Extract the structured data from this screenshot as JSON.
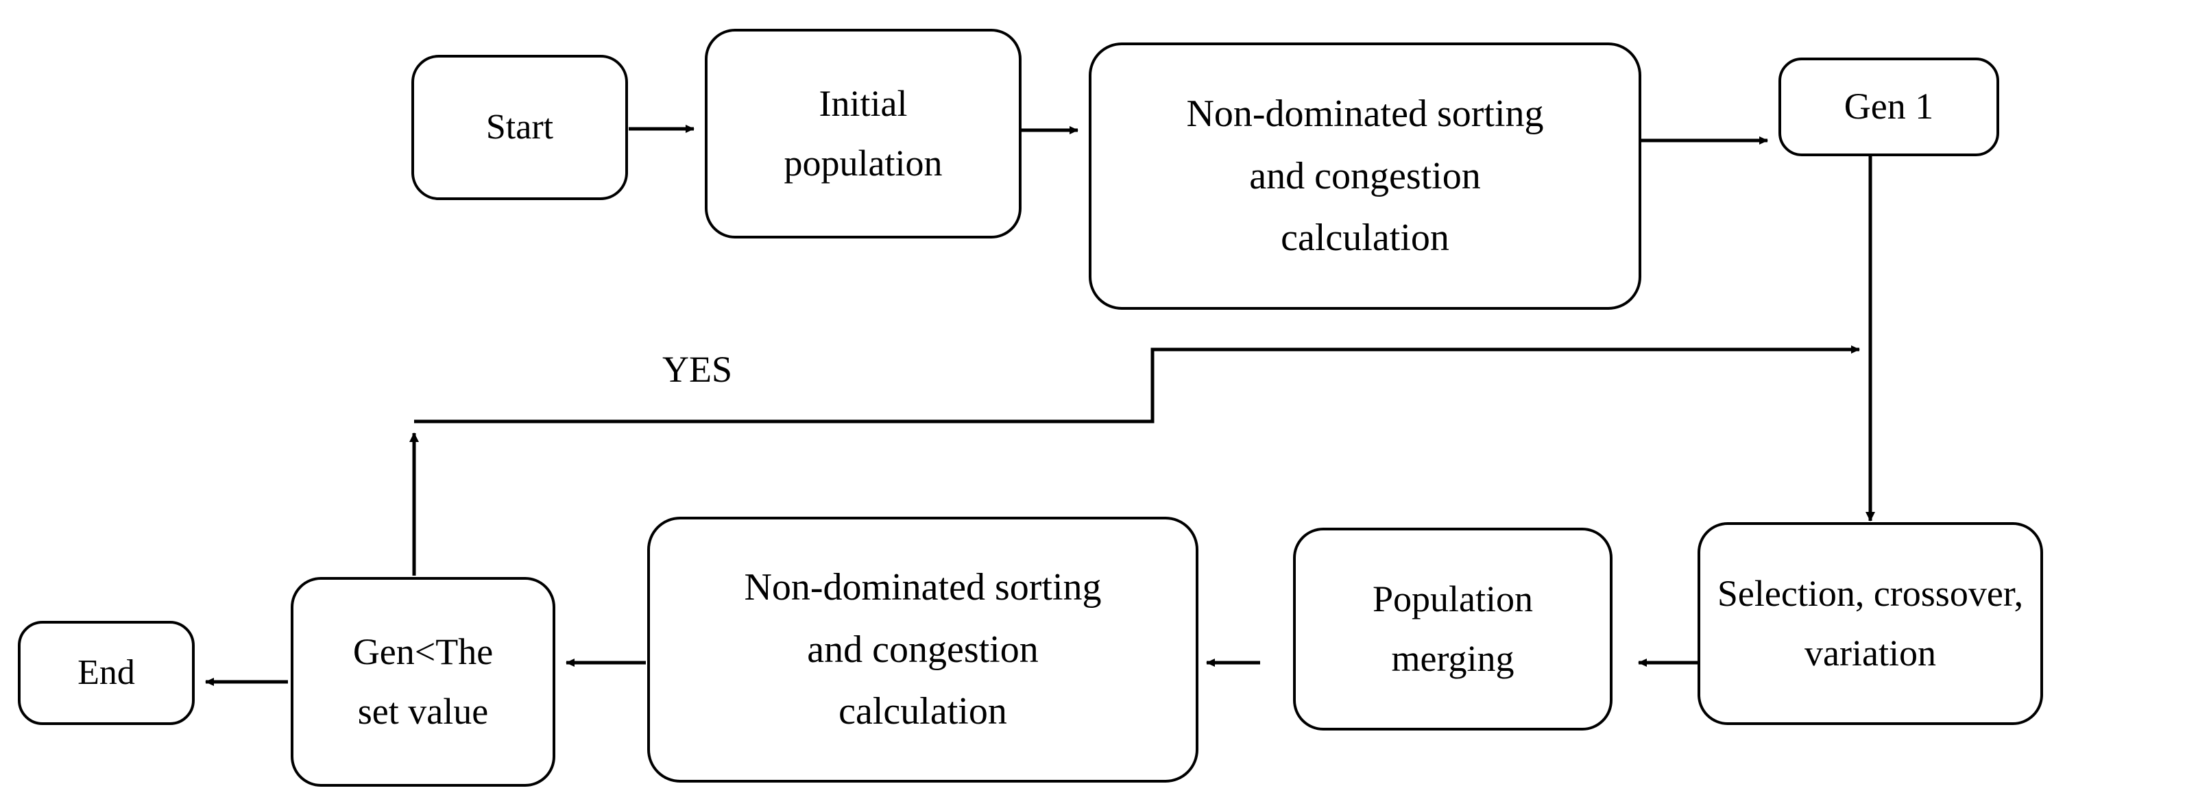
{
  "diagram": {
    "title": "NSGA-II optimization flowchart",
    "background_color": "#ffffff",
    "stroke_color": "#000000",
    "nodes": [
      {
        "id": "start",
        "label": "Start"
      },
      {
        "id": "init-pop",
        "label": "Initial\npopulation"
      },
      {
        "id": "nds-top",
        "label": "Non-dominated sorting\nand congestion\ncalculation"
      },
      {
        "id": "gen1",
        "label": "Gen 1"
      },
      {
        "id": "selection",
        "label": "Selection, crossover,\nvariation"
      },
      {
        "id": "merging",
        "label": "Population\nmerging"
      },
      {
        "id": "nds-bottom",
        "label": "Non-dominated sorting\nand congestion\ncalculation"
      },
      {
        "id": "condition",
        "label": "Gen<The\nset value"
      },
      {
        "id": "end",
        "label": "End"
      }
    ],
    "edge_labels": [
      {
        "id": "yes",
        "label": "YES"
      }
    ]
  }
}
